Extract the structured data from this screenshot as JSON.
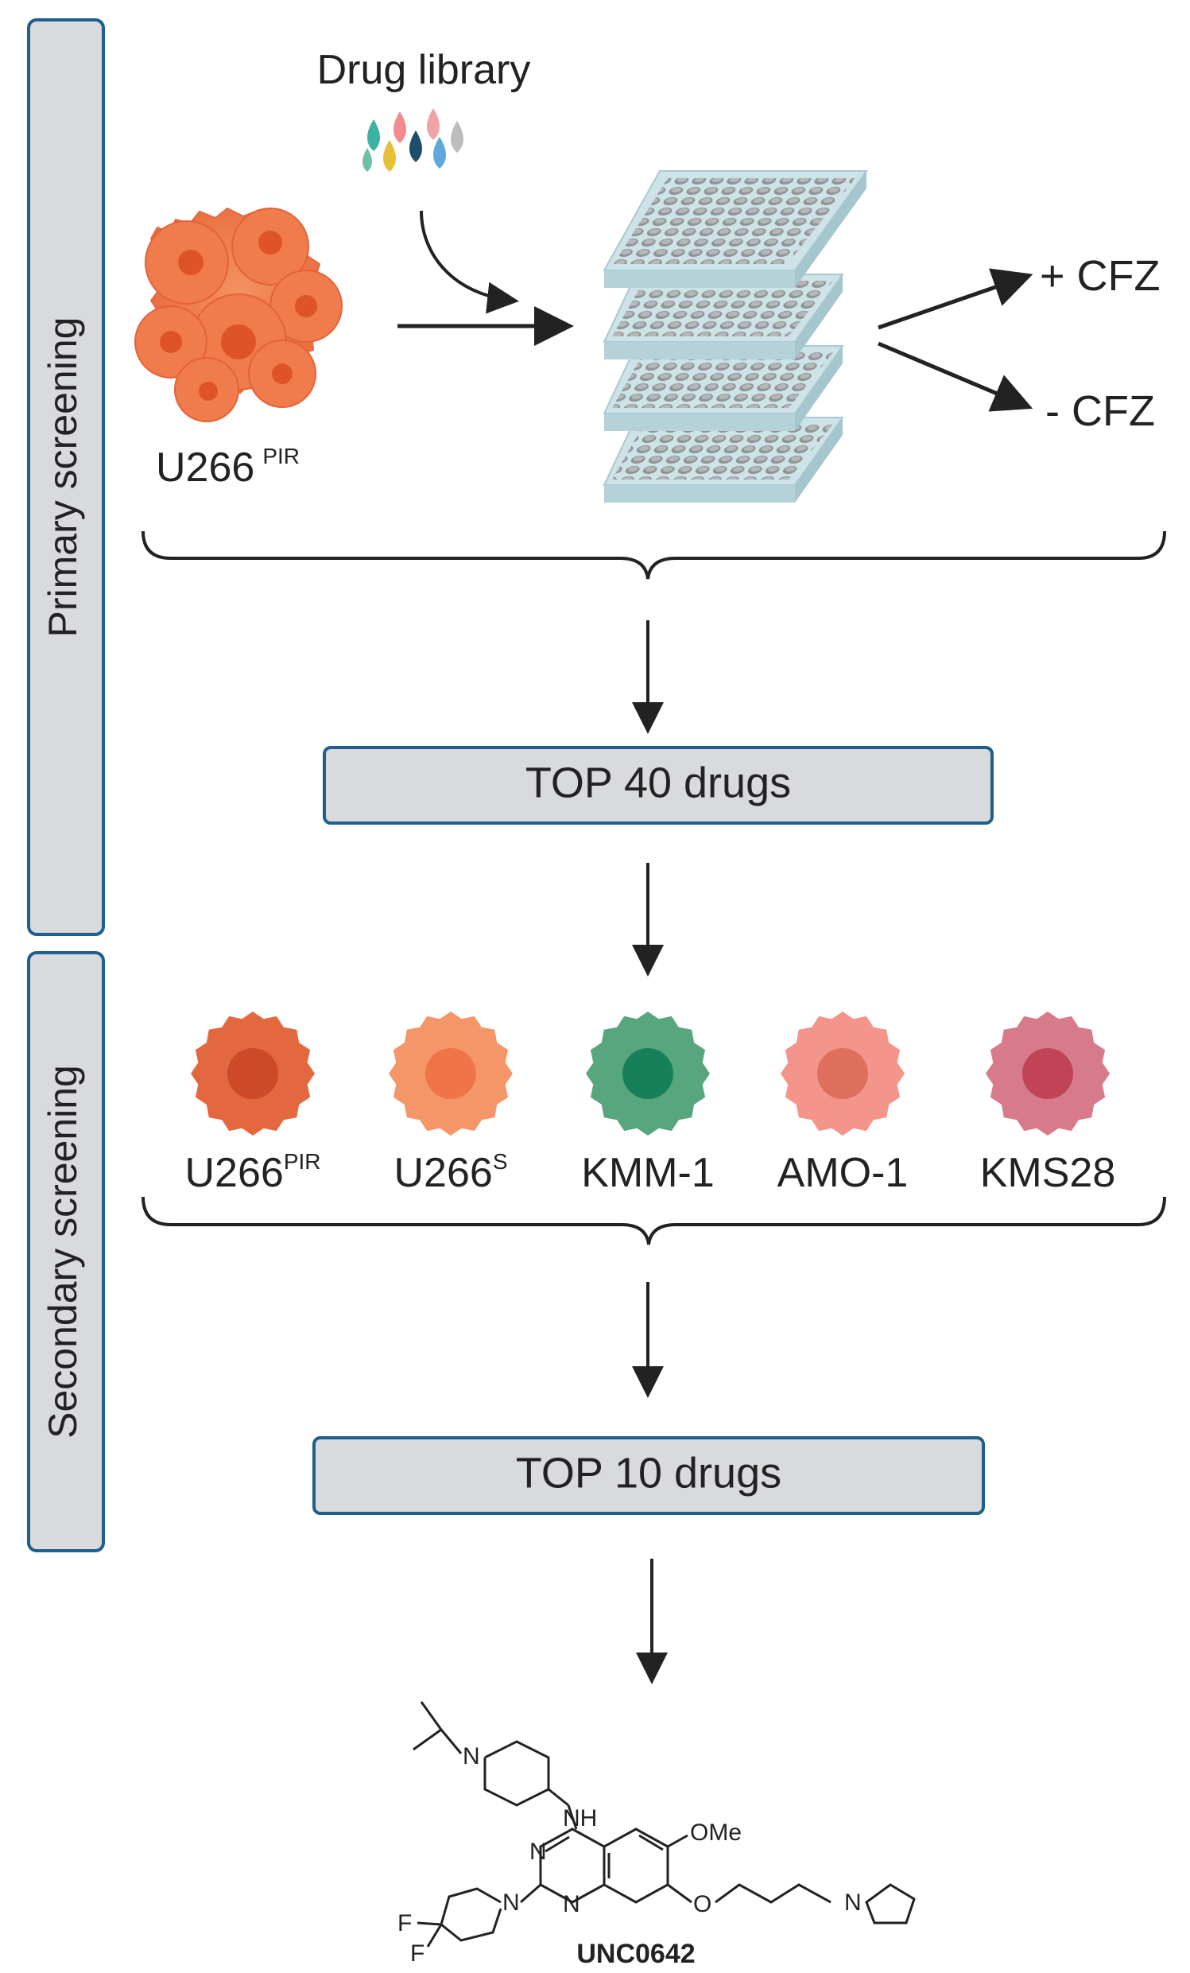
{
  "sections": {
    "primary": "Primary screening",
    "secondary": "Secondary screening"
  },
  "primary": {
    "drug_library_label": "Drug library",
    "cell_line": {
      "name": "U266",
      "sup": "PIR"
    },
    "branch_plus": "+ CFZ",
    "branch_minus": "- CFZ"
  },
  "top40_label": "TOP 40 drugs",
  "secondary_cells": [
    {
      "name": "U266",
      "sup": "PIR",
      "color": "#e4683f",
      "core": "#cc4a25"
    },
    {
      "name": "U266",
      "sup": "S",
      "color": "#f59668",
      "core": "#f07447"
    },
    {
      "name": "KMM-1",
      "sup": "",
      "color": "#57a67e",
      "core": "#17805a"
    },
    {
      "name": "AMO-1",
      "sup": "",
      "color": "#f3958a",
      "core": "#dd6f5c"
    },
    {
      "name": "KMS28",
      "sup": "",
      "color": "#d77a8a",
      "core": "#c04456"
    }
  ],
  "top10_label": "TOP 10 drugs",
  "compound": {
    "name": "UNC0642",
    "atoms": {
      "n1": "N",
      "nh": "NH",
      "ome": "OMe",
      "nq1": "N",
      "nq2": "N",
      "n2": "N",
      "o": "O",
      "n3": "N",
      "f1": "F",
      "f2": "F"
    }
  },
  "colors": {
    "box_fill": "#d8dadd",
    "box_border": "#1f5f8b",
    "section_border": "#1f5f8b",
    "arrow": "#222222",
    "cell_orange": "#ef7b4f",
    "plate": "#cde3e8"
  }
}
